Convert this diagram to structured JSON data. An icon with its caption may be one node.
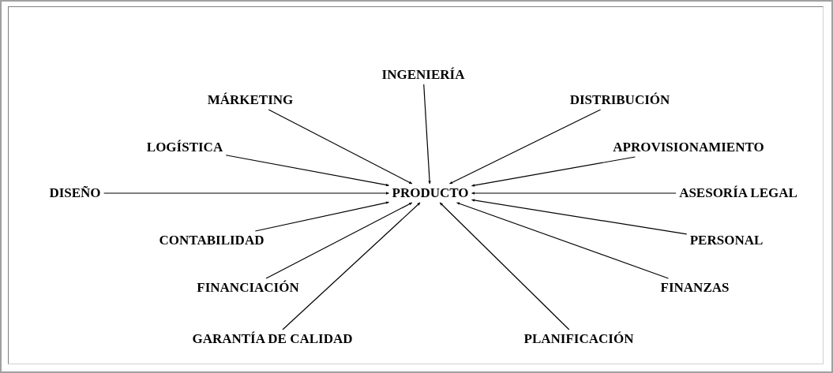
{
  "diagram": {
    "nodes": [
      {
        "text": [
          "INGENIERÍA"
        ]
      },
      {
        "text": [
          "MÁRKETING"
        ]
      },
      {
        "text": [
          "DISTRIBUCIÓN"
        ]
      },
      {
        "text": [
          "LOGÍSTICA"
        ]
      },
      {
        "text": [
          "APROVISIONAMIENTO"
        ]
      },
      {
        "text": [
          "DISEÑO"
        ]
      },
      {
        "text": [
          "PRODUCTO"
        ]
      },
      {
        "text": [
          "ASESORÍA LEGAL"
        ]
      },
      {
        "text": [
          "CONTABILIDAD"
        ]
      },
      {
        "text": [
          "PERSONAL"
        ]
      },
      {
        "text": [
          "FINANCIACIÓN"
        ]
      },
      {
        "text": [
          "FINANZAS"
        ]
      },
      {
        "text": [
          "GARANTÍA DE CALIDAD"
        ]
      },
      {
        "text": [
          "PLANIFICACIÓN"
        ]
      }
    ],
    "edges": [
      {
        "from": 0,
        "to": 6,
        "arrow": "to"
      },
      {
        "from": 1,
        "to": 6,
        "arrow": "to"
      },
      {
        "from": 2,
        "to": 6,
        "arrow": "to"
      },
      {
        "from": 3,
        "to": 6,
        "arrow": "to"
      },
      {
        "from": 4,
        "to": 6,
        "arrow": "to"
      },
      {
        "from": 5,
        "to": 6,
        "arrow": "to"
      },
      {
        "from": 7,
        "to": 6,
        "arrow": "to"
      },
      {
        "from": 8,
        "to": 6,
        "arrow": "to"
      },
      {
        "from": 9,
        "to": 6,
        "arrow": "to"
      },
      {
        "from": 10,
        "to": 6,
        "arrow": "to"
      },
      {
        "from": 11,
        "to": 6,
        "arrow": "to"
      },
      {
        "from": 12,
        "to": 6,
        "arrow": "to"
      },
      {
        "from": 13,
        "to": 6,
        "arrow": "to"
      }
    ]
  }
}
